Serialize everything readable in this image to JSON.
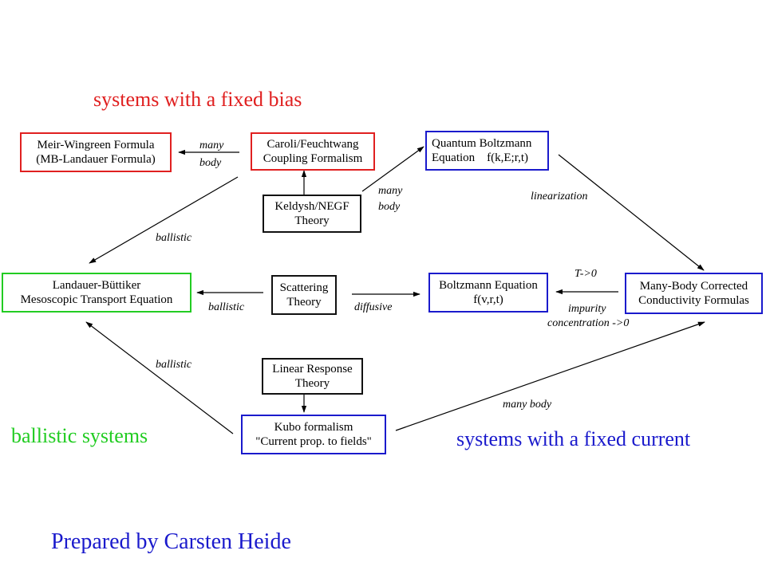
{
  "captions": {
    "fixed_bias": "systems with a fixed bias",
    "ballistic_systems": "ballistic systems",
    "fixed_current": "systems with a fixed current",
    "credit": "Prepared by Carsten Heide"
  },
  "colors": {
    "red": "#e02020",
    "blue": "#1a1acc",
    "green": "#22cc22",
    "black": "#000000"
  },
  "boxes": {
    "meir": [
      "Meir-Wingreen Formula",
      "(MB-Landauer Formula)"
    ],
    "caroli": [
      "Caroli/Feuchtwang",
      "Coupling Formalism"
    ],
    "keldysh": [
      "Keldysh/NEGF",
      "Theory"
    ],
    "qboltz": [
      "Quantum Boltzmann",
      "Equation    f(k,E;r,t)"
    ],
    "landauer": [
      "Landauer-Büttiker",
      "Mesoscopic Transport Equation"
    ],
    "scattering": [
      "Scattering",
      "Theory"
    ],
    "boltz": [
      "Boltzmann Equation",
      "f(v,r,t)"
    ],
    "manybody": [
      "Many-Body Corrected",
      "Conductivity Formulas"
    ],
    "linresp": [
      "Linear Response",
      "Theory"
    ],
    "kubo": [
      "Kubo formalism",
      "\"Current prop. to fields\""
    ]
  },
  "labels": {
    "many_body_1a": "many",
    "many_body_1b": "body",
    "many_body_2a": "many",
    "many_body_2b": "body",
    "linearization": "linearization",
    "ballistic_1": "ballistic",
    "ballistic_2": "ballistic",
    "ballistic_3": "ballistic",
    "diffusive": "diffusive",
    "t_to_0": "T->0",
    "impurity_a": "impurity",
    "impurity_b": "concentration ->0",
    "many_body_3": "many body"
  }
}
